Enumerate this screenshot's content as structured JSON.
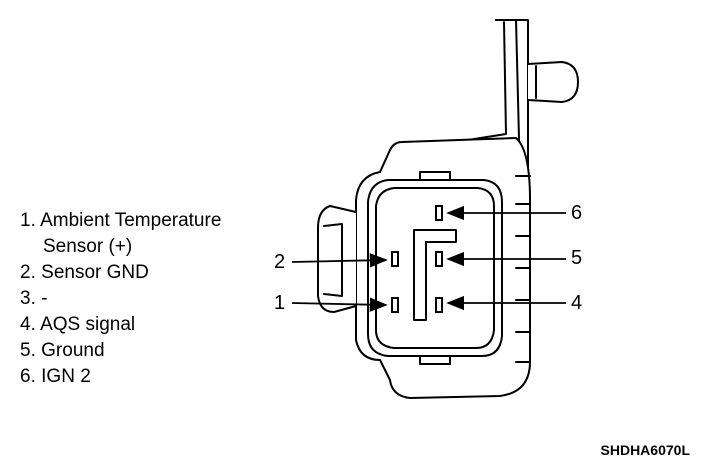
{
  "legend": {
    "items": [
      {
        "num": "1.",
        "text": "Ambient Temperature",
        "cont": "Sensor (+)"
      },
      {
        "num": "2.",
        "text": "Sensor GND"
      },
      {
        "num": "3.",
        "text": "-"
      },
      {
        "num": "4.",
        "text": "AQS signal"
      },
      {
        "num": "5.",
        "text": "Ground"
      },
      {
        "num": "6.",
        "text": "IGN 2"
      }
    ]
  },
  "pin_labels": {
    "p1": "1",
    "p2": "2",
    "p4": "4",
    "p5": "5",
    "p6": "6"
  },
  "figure_code": "SHDHA6070L"
}
